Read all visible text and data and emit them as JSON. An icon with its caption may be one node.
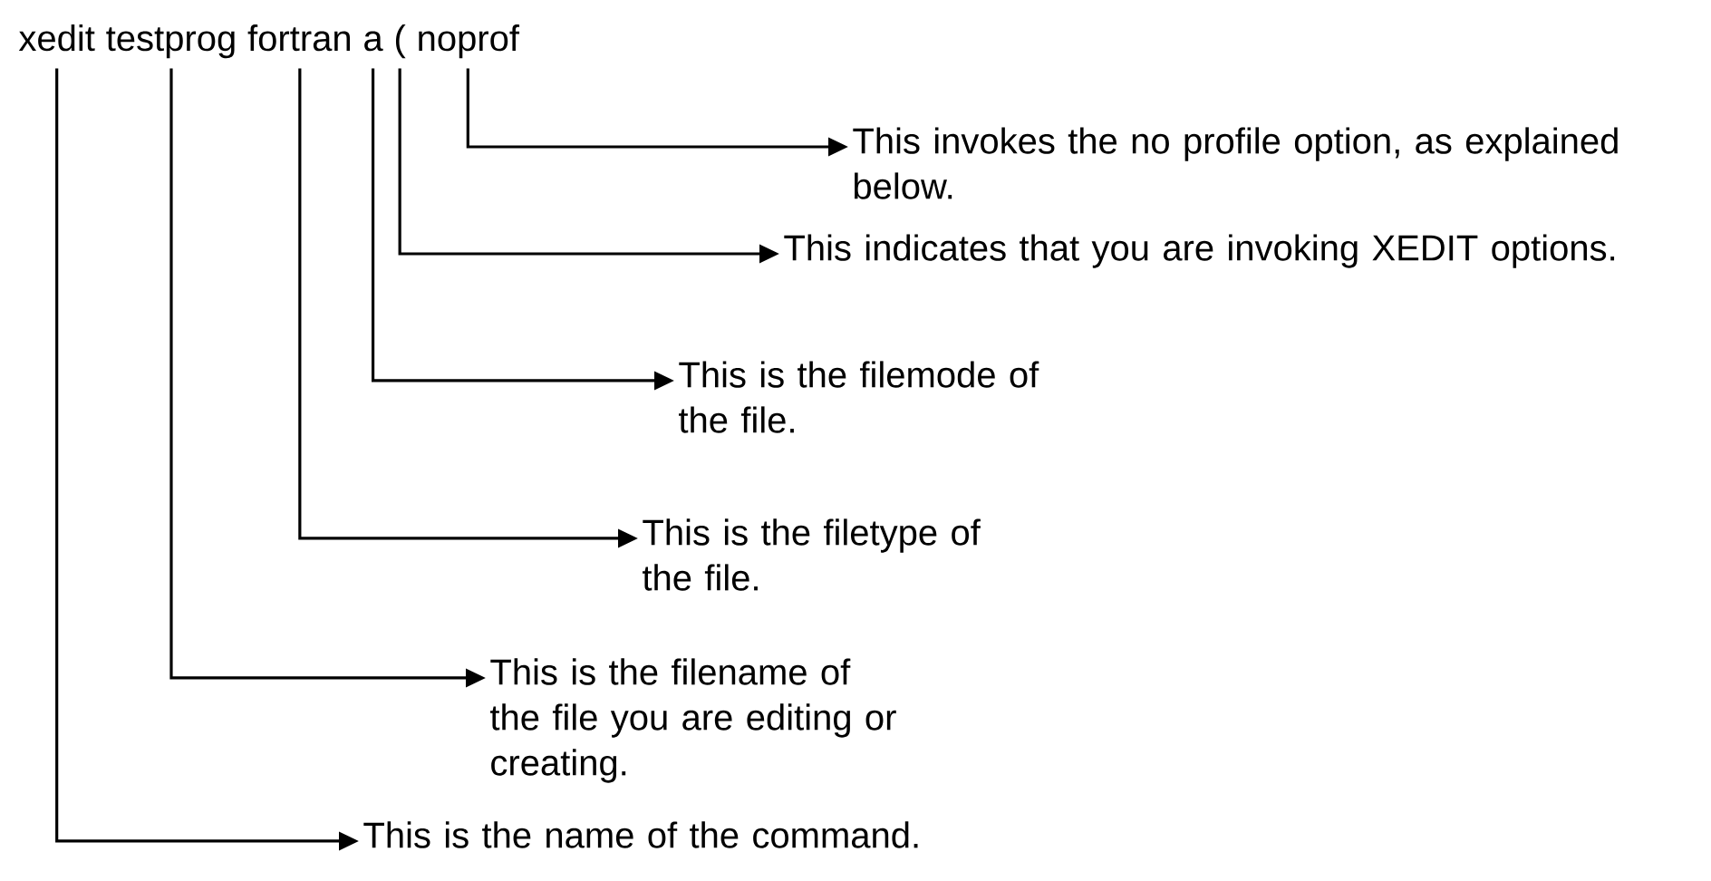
{
  "diagram": {
    "nodes": [
      {
        "text": [
          "xedit"
        ]
      },
      {
        "text": [
          "testprog"
        ]
      },
      {
        "text": [
          "fortran"
        ]
      },
      {
        "text": [
          "a"
        ]
      },
      {
        "text": [
          "("
        ]
      },
      {
        "text": [
          "noprof"
        ]
      },
      {
        "text": [
          "This invokes the no profile option, as explained below."
        ]
      },
      {
        "text": [
          "This indicates that you are invoking XEDIT options."
        ]
      },
      {
        "text": [
          "This is the filemode of the file."
        ]
      },
      {
        "text": [
          "This is the filetype of the file."
        ]
      },
      {
        "text": [
          "This is the filename of the file you are editing or creating."
        ]
      },
      {
        "text": [
          "This is the name of the command."
        ]
      }
    ],
    "edges": [
      {
        "from": 5,
        "to": 6,
        "arrow": "to"
      },
      {
        "from": 4,
        "to": 7,
        "arrow": "to"
      },
      {
        "from": 3,
        "to": 8,
        "arrow": "to"
      },
      {
        "from": 2,
        "to": 9,
        "arrow": "to"
      },
      {
        "from": 1,
        "to": 10,
        "arrow": "to"
      },
      {
        "from": 0,
        "to": 11,
        "arrow": "to"
      }
    ]
  }
}
